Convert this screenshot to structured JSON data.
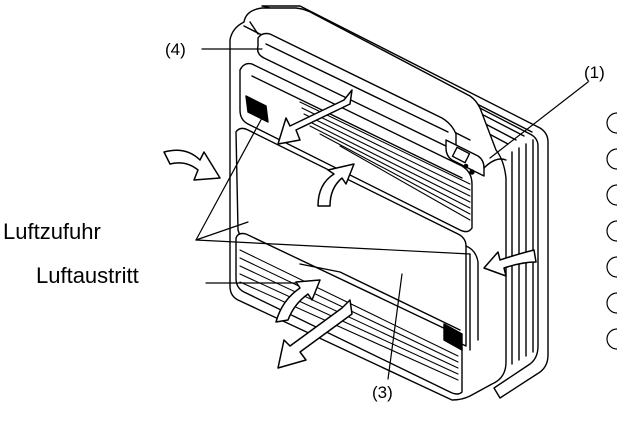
{
  "labels": {
    "callout_1": "(1)",
    "callout_3": "(3)",
    "callout_4": "(4)",
    "air_intake": "Luftzufuhr",
    "air_outlet": "Luftaustritt"
  },
  "side_markers": {
    "count": 7
  },
  "colors": {
    "line": "#000000",
    "fill": "#ffffff"
  }
}
